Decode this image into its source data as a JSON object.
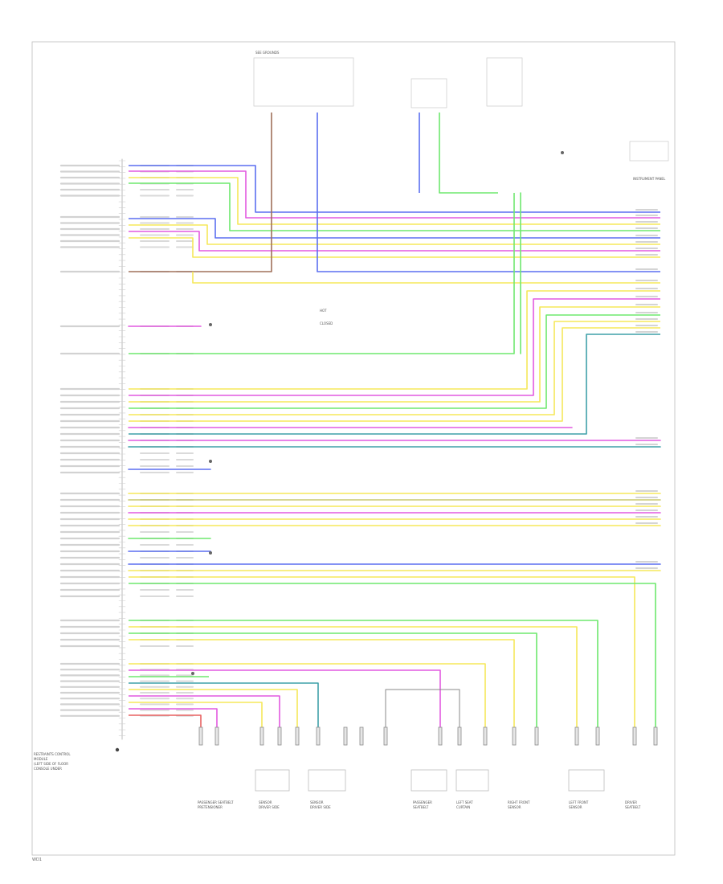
{
  "diagram": {
    "footer_code": "WD1",
    "module_caption": [
      "RESTRAINTS CONTROL",
      "MODULE",
      "(LEFT SIDE OF FLOOR",
      "CONSOLE UNDER"
    ],
    "top_connector_label": "SEE GROUNDS",
    "side_label": "INSTRUMENT PANEL",
    "center_labels": [
      "HOT",
      "CLOSED"
    ],
    "bottom_components": [
      [
        "PASSENGER SEATBELT",
        "PRETENSIONER"
      ],
      [
        "SENSOR",
        "DRIVER SIDE"
      ],
      [
        "SENSOR",
        "DRIVER SIDE"
      ],
      [
        "PASSENGER",
        "SEATBELT"
      ],
      [
        "LEFT SEAT",
        "CURTAIN"
      ],
      [
        "RIGHT FRONT",
        "SENSOR"
      ],
      [
        "LEFT FRONT",
        "SENSOR"
      ],
      [
        "DRIVER",
        "SEATBELT"
      ]
    ],
    "colors": {
      "blue": "#5b6ff0",
      "magenta": "#e25ae0",
      "yellow": "#f5e85a",
      "green": "#6ee86e",
      "brown": "#a0705a",
      "cyan": "#55c8e0",
      "gray": "#9a9a9a",
      "red": "#e86060",
      "teal": "#3fa0a8",
      "olive": "#c8c86e",
      "frame": "#bdbdbd"
    }
  }
}
